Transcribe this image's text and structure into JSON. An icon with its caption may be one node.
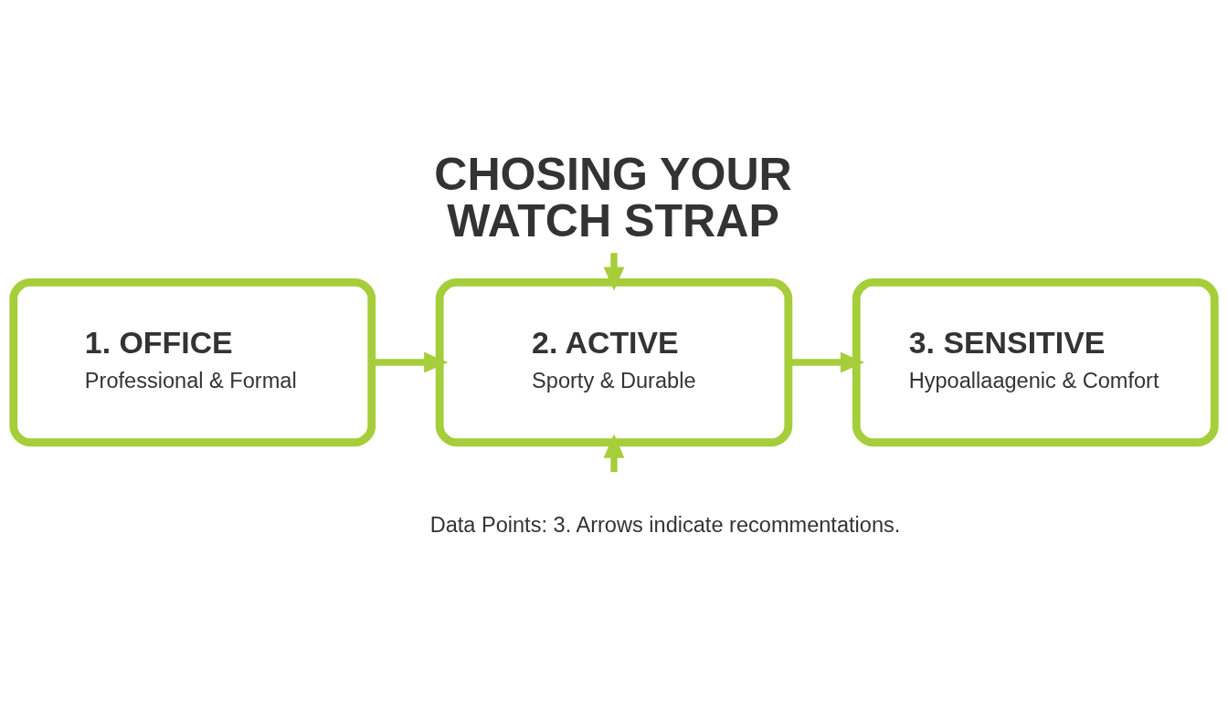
{
  "diagram": {
    "title": "CHOSING YOUR WATCH STRAP",
    "caption": "Data Points: 3. Arrows indicate recommentations.",
    "nodes": [
      {
        "text": [
          "1. OFFICE",
          "Professional & Formal"
        ]
      },
      {
        "text": [
          "2. ACTIVE",
          "Sporty & Durable"
        ]
      },
      {
        "text": [
          "3. SENSITIVE",
          "Hypoallaagenic & Comfort"
        ]
      }
    ],
    "edges": [
      {
        "from": null,
        "to": 1,
        "arrow": "to"
      },
      {
        "from": 0,
        "to": 1,
        "arrow": "to"
      },
      {
        "from": 1,
        "to": 2,
        "arrow": "to"
      },
      {
        "from": null,
        "to": 1,
        "arrow": "to"
      }
    ]
  }
}
